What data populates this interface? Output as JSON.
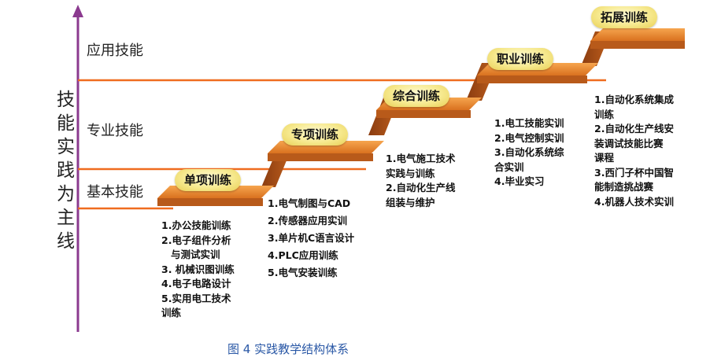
{
  "axis_title": "技能实践为主线",
  "levels": {
    "top": "应用技能",
    "middle": "专业技能",
    "bottom": "基本技能"
  },
  "stages": [
    {
      "label": "单项训练",
      "items": [
        "1.办公技能训练",
        "2.电子组件分析",
        "与测试实训",
        "3. 机械识图训练",
        "4.电子电路设计",
        "5.实用电工技术",
        "训练"
      ]
    },
    {
      "label": "专项训练",
      "items": [
        "1.电气制图与CAD",
        "2.传感器应用实训",
        "3.单片机C语言设计",
        "4.PLC应用训练",
        "5.电气安装训练"
      ]
    },
    {
      "label": "综合训练",
      "items": [
        "1.电气施工技术",
        "实践与训练",
        "2.自动化生产线",
        "组装与维护"
      ]
    },
    {
      "label": "职业训练",
      "items": [
        "1.电工技能实训",
        "2.电气控制实训",
        "3.自动化系统综",
        "合实训",
        "4.毕业实习"
      ]
    },
    {
      "label": "拓展训练",
      "items": [
        "1.自动化系统集成",
        "训练",
        "2.自动化生产线安",
        "装调试技能比赛",
        "课程",
        "3.西门子杯中国智",
        "能制造挑战赛",
        "4.机器人技术实训"
      ]
    }
  ],
  "caption": "图 4 实践教学结构体系",
  "colors": {
    "axis": "#8b3a8f",
    "level_line": "#ef6c1f",
    "stair_face": "#e8852f",
    "stair_side": "#a84d16",
    "caption": "#2a58a6"
  }
}
